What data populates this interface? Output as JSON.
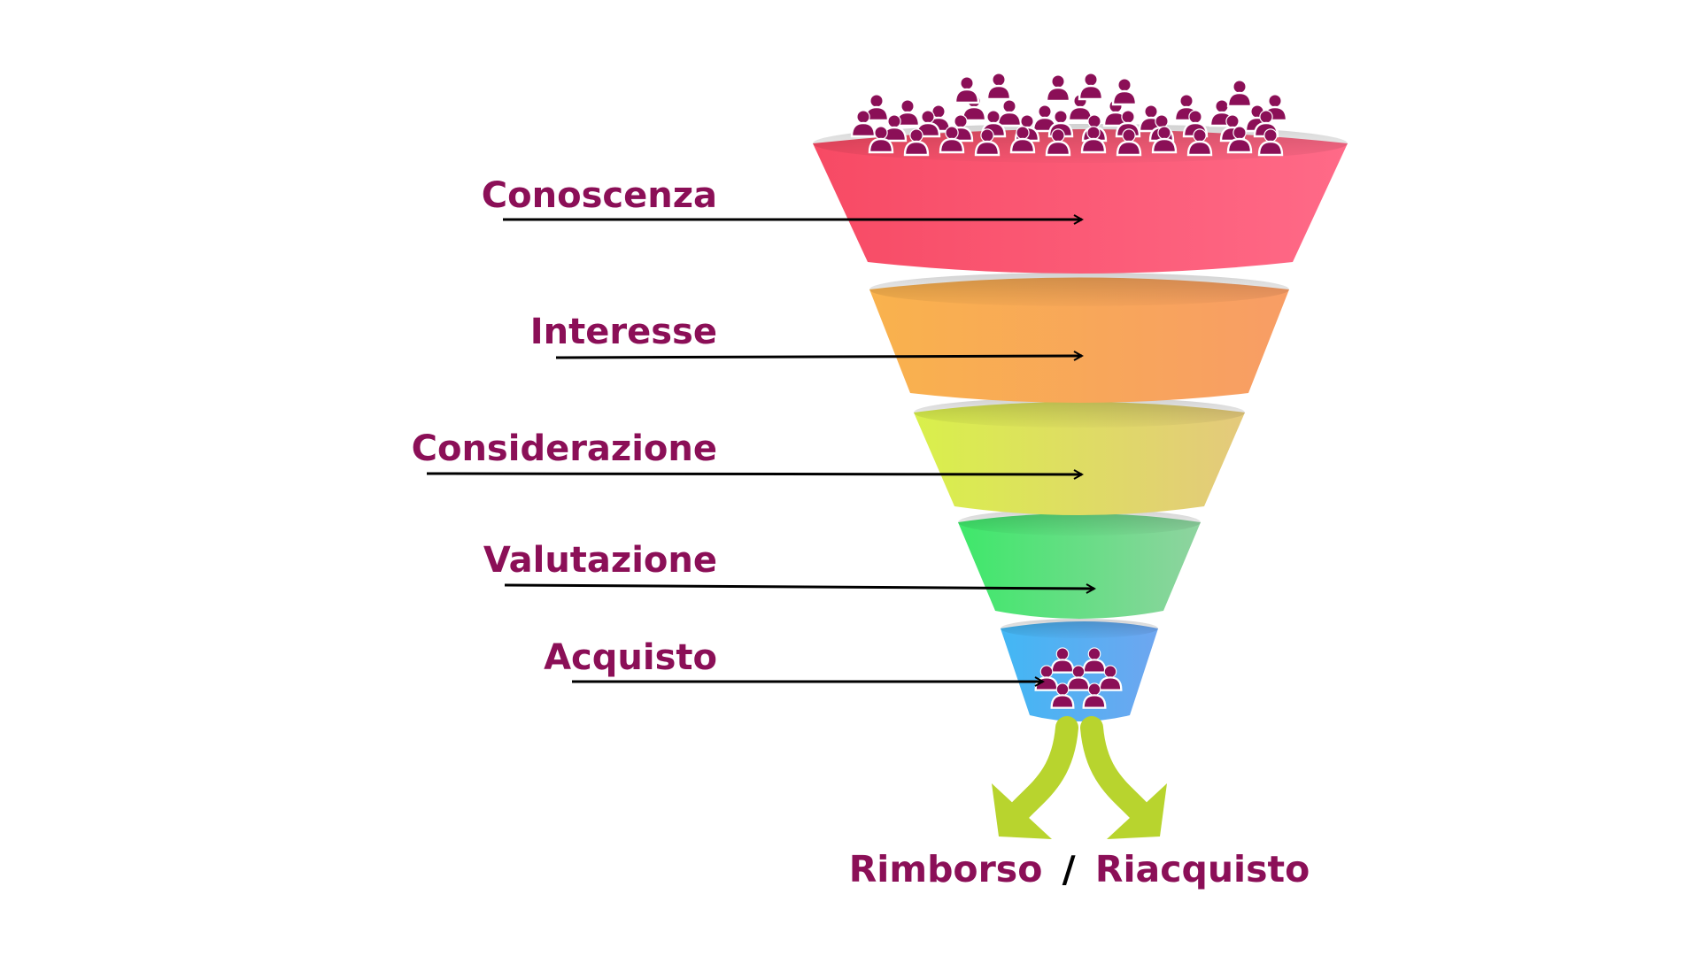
{
  "stages": [
    {
      "id": "conoscenza",
      "label": "Conoscenza"
    },
    {
      "id": "interesse",
      "label": "Interesse"
    },
    {
      "id": "considerazione",
      "label": "Considerazione"
    },
    {
      "id": "valutazione",
      "label": "Valutazione"
    },
    {
      "id": "acquisto",
      "label": "Acquisto"
    }
  ],
  "outcome": {
    "left": "Rimborso",
    "separator": "/",
    "right": "Riacquisto"
  },
  "colors": {
    "label_text": "#8B0F57",
    "people_icon": "#8B0F57",
    "arrow_line": "#000000",
    "split_arrow": "#B8D42E",
    "layer_1": [
      "#F74A64",
      "#FF6A88"
    ],
    "layer_2": [
      "#F9B24D",
      "#F89D65"
    ],
    "layer_3": [
      "#D9F04B",
      "#E4C97C"
    ],
    "layer_4": [
      "#3EE86A",
      "#8FD3A0"
    ],
    "layer_5": [
      "#42B7F4",
      "#6EA6F0"
    ]
  },
  "icons": {
    "crowd_top": "people-group-icon",
    "crowd_bottom": "people-group-icon",
    "split": "split-arrow-icon"
  }
}
